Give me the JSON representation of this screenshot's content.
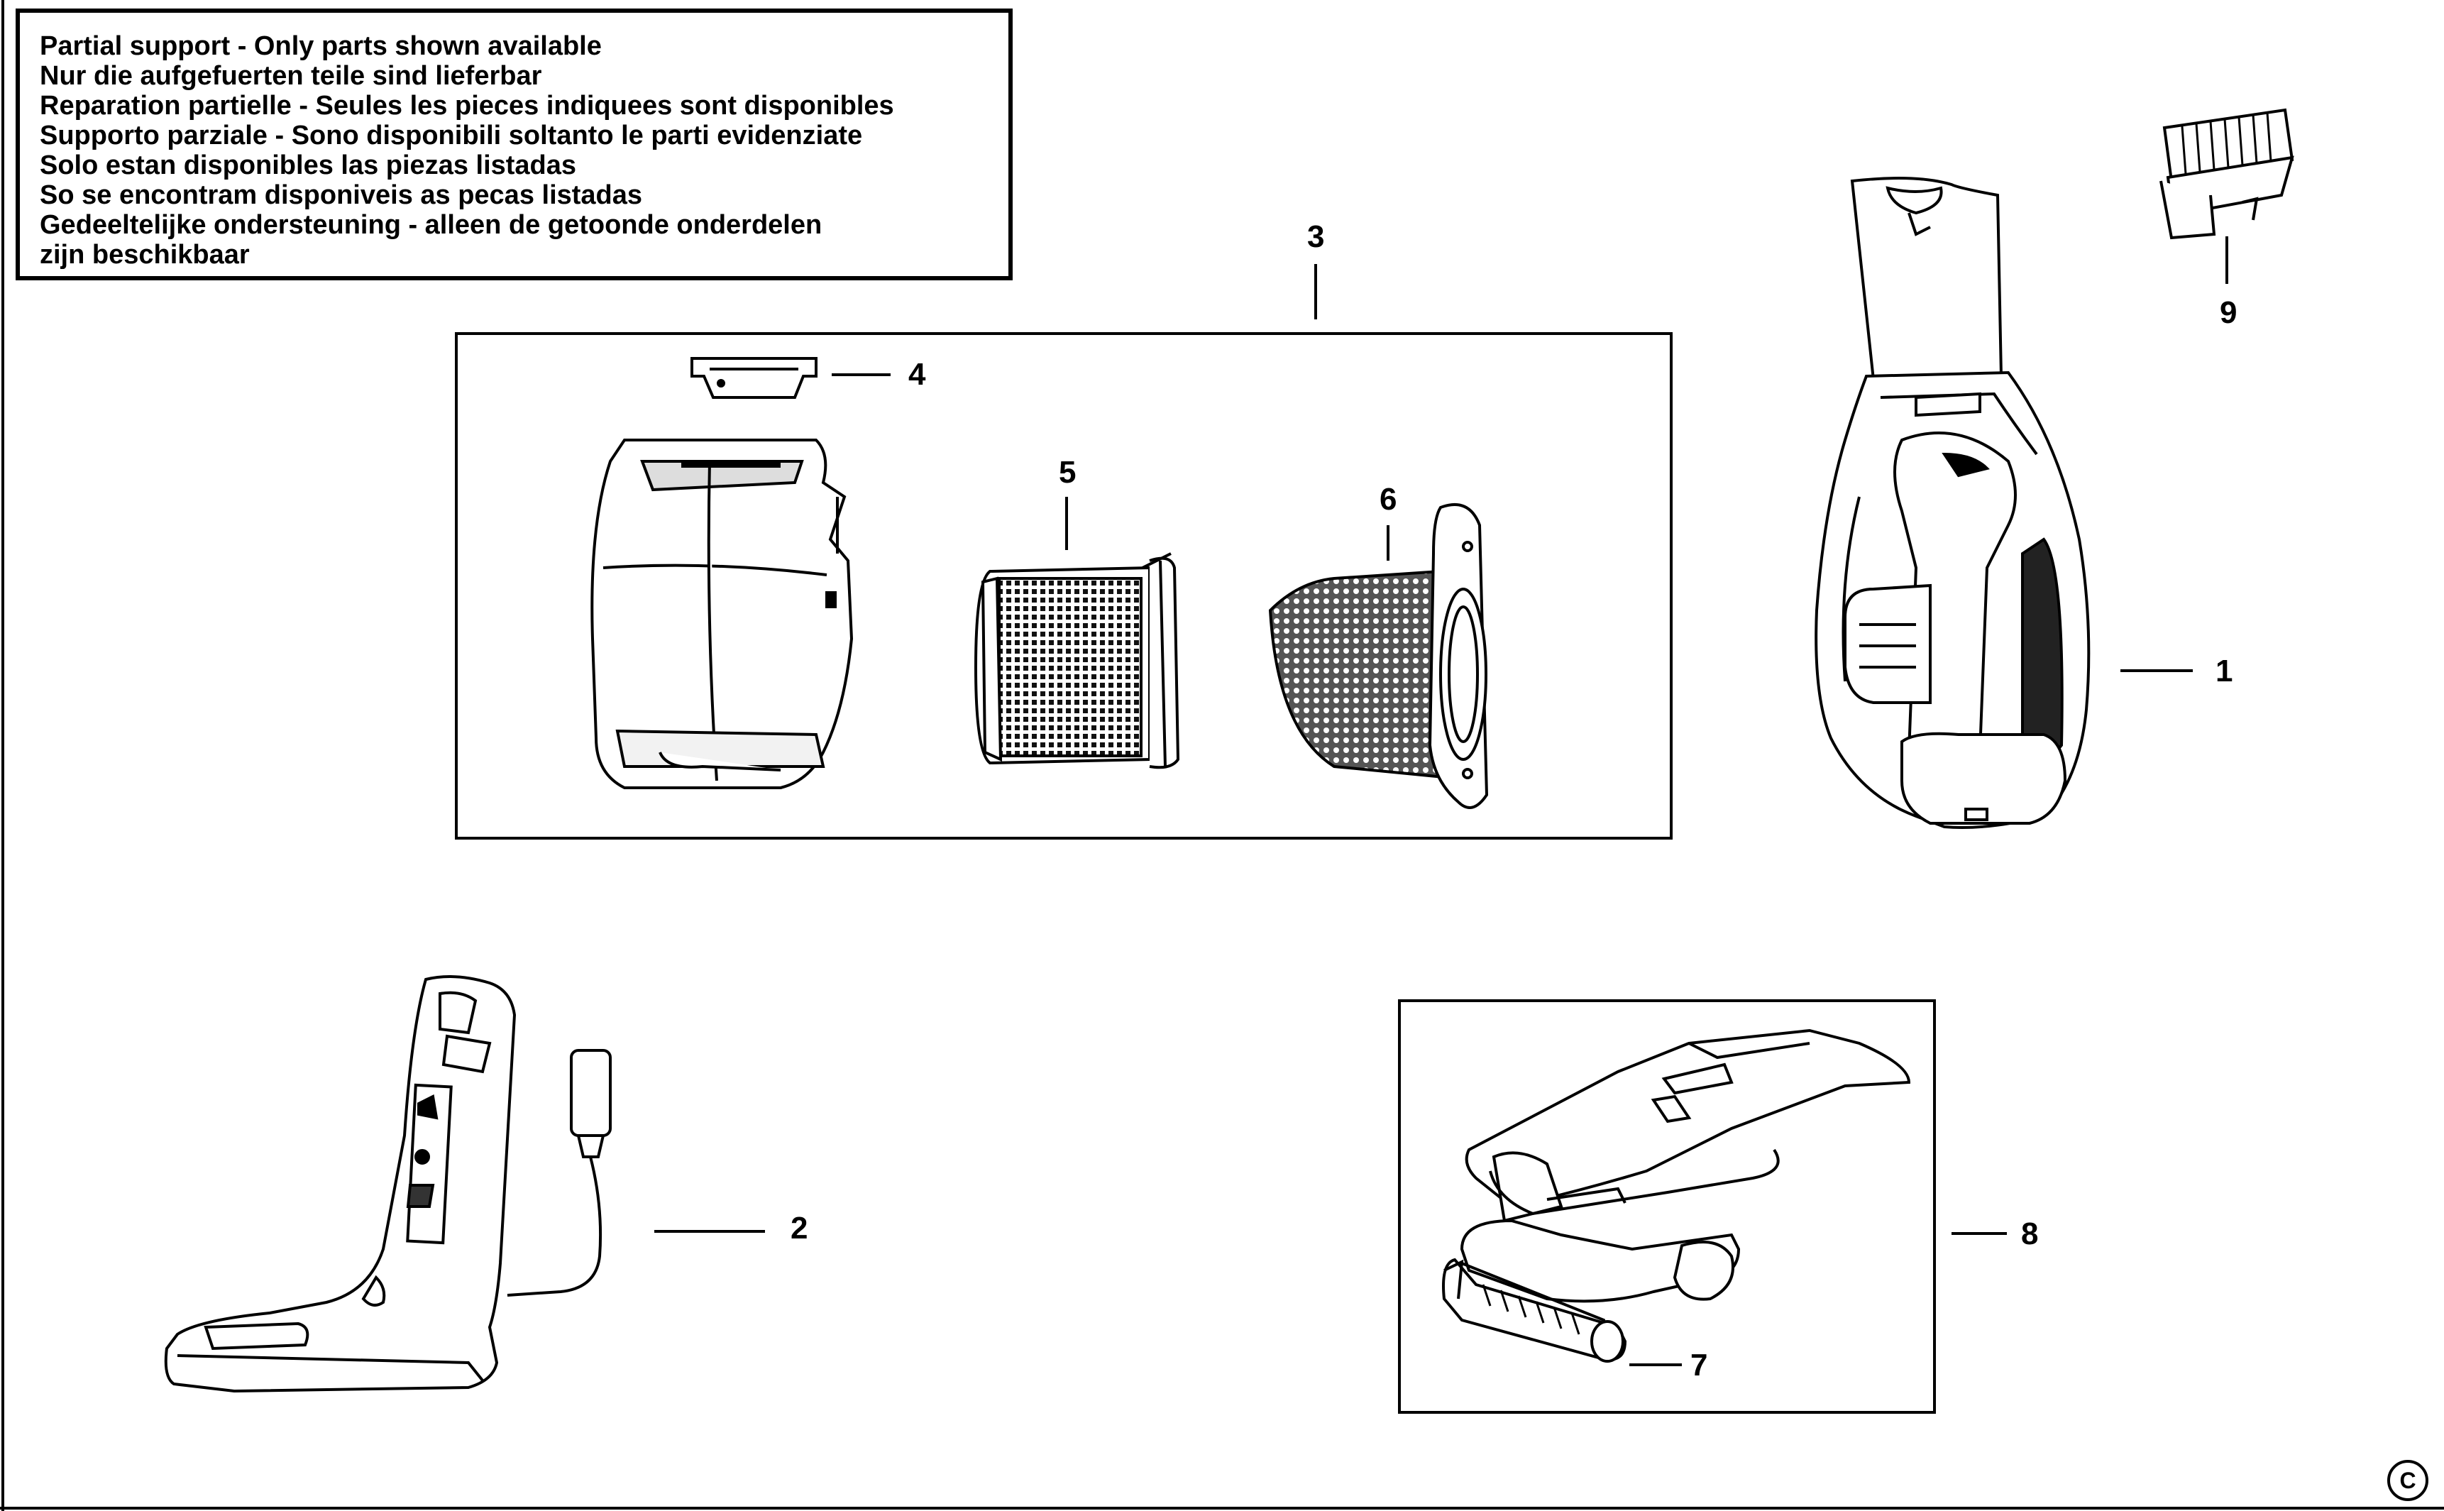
{
  "notice": {
    "lines": [
      "Partial support - Only parts shown available",
      "Nur die aufgefuerten teile sind lieferbar",
      "Reparation partielle - Seules les pieces indiquees sont disponibles",
      "Supporto parziale - Sono disponibili soltanto le parti evidenziate",
      "Solo estan disponibles las piezas listadas",
      "So se encontram disponiveis as pecas listadas",
      "Gedeeltelijke ondersteuning - alleen de getoonde onderdelen",
      "zijn beschikbaar"
    ]
  },
  "callouts": {
    "p1": "1",
    "p2": "2",
    "p3": "3",
    "p4": "4",
    "p5": "5",
    "p6": "6",
    "p7": "7",
    "p8": "8",
    "p9": "9"
  },
  "copyright": "C"
}
